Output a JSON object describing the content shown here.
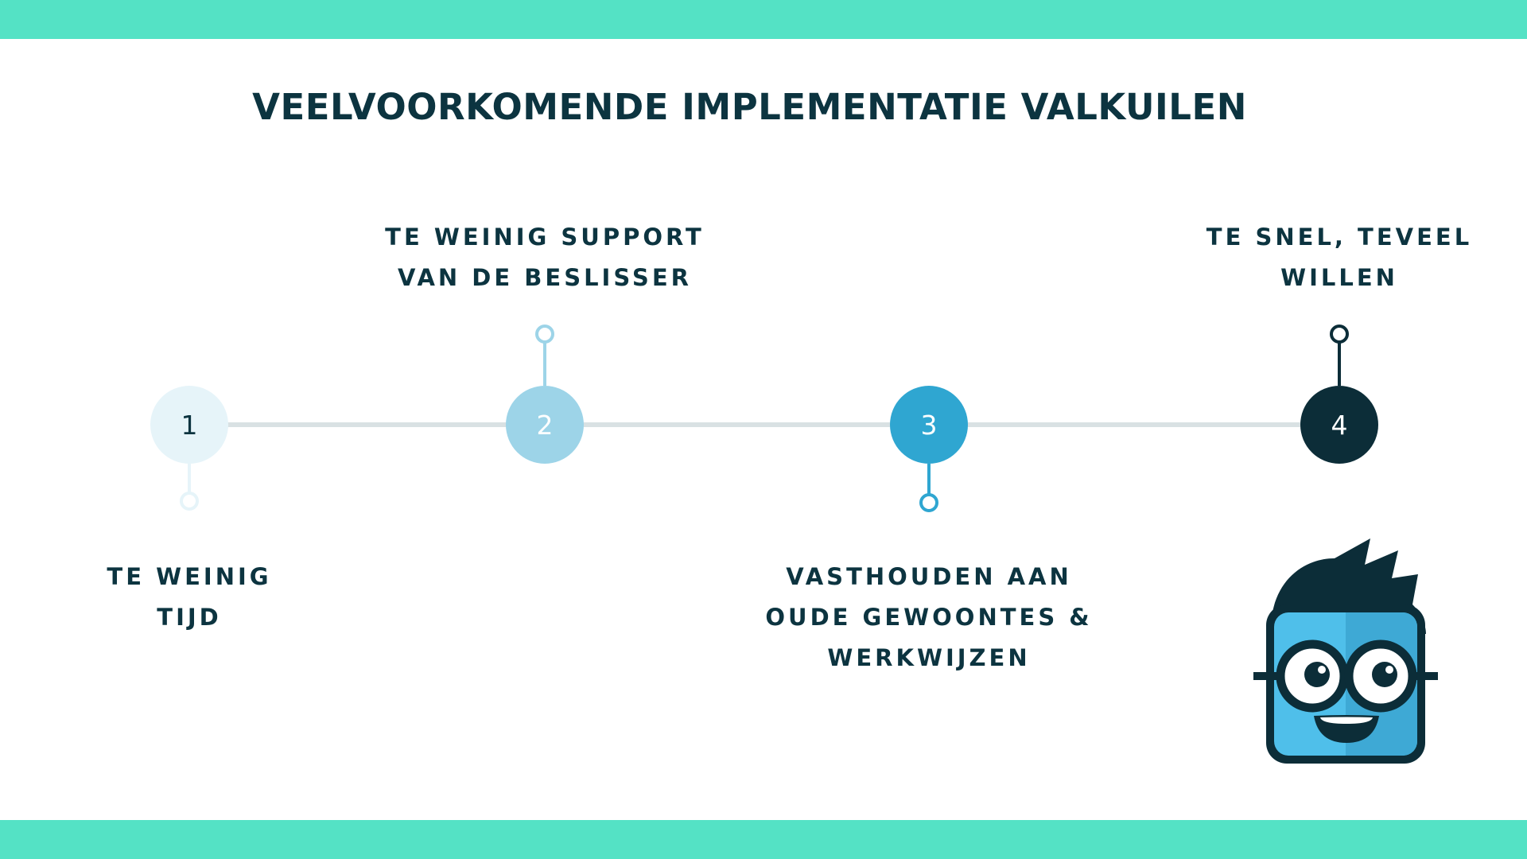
{
  "title": "VEELVOORKOMENDE IMPLEMENTATIE VALKUILEN",
  "colors": {
    "band": "#54e2c5",
    "text": "#0c3440",
    "line": "#d9e1e3",
    "step1": "#e6f4f9",
    "step2": "#9dd4e8",
    "step3": "#2fa6d1",
    "step4": "#0c2d38"
  },
  "steps": [
    {
      "number": "1",
      "lines": [
        "TE WEINIG",
        "TIJD"
      ],
      "position": "below"
    },
    {
      "number": "2",
      "lines": [
        "TE WEINIG SUPPORT",
        "VAN DE BESLISSER"
      ],
      "position": "above"
    },
    {
      "number": "3",
      "lines": [
        "VASTHOUDEN AAN",
        "OUDE GEWOONTES &",
        "WERKWIJZEN"
      ],
      "position": "below"
    },
    {
      "number": "4",
      "lines": [
        "TE SNEL, TEVEEL",
        "WILLEN"
      ],
      "position": "above"
    }
  ],
  "mascot": {
    "icon": "nerd-mascot-icon"
  }
}
